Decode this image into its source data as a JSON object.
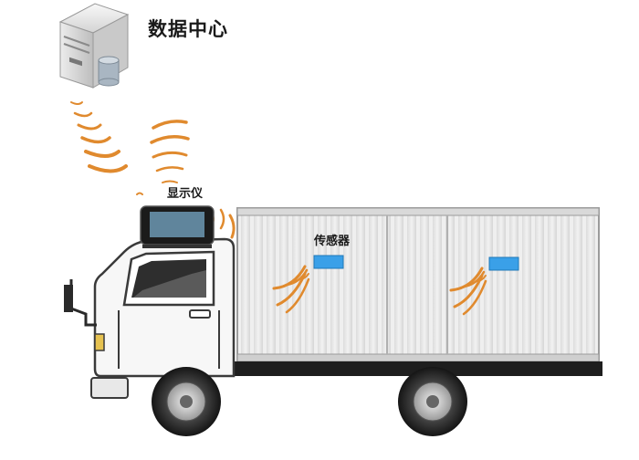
{
  "labels": {
    "data_center": "数据中心",
    "display": "显示仪",
    "sensor": "传感器"
  },
  "colors": {
    "signal_wave": "#e08a2e",
    "sensor_blue": "#3aa0e8",
    "truck_body": "#f4f4f4",
    "container_panel": "#e6e6e6",
    "wheel": "#2a2a2a",
    "chassis": "#1e1e1e"
  },
  "icons": {
    "server": "server-icon",
    "database": "database-icon",
    "display_device": "gps-display-icon",
    "sensor": "sensor-icon"
  }
}
